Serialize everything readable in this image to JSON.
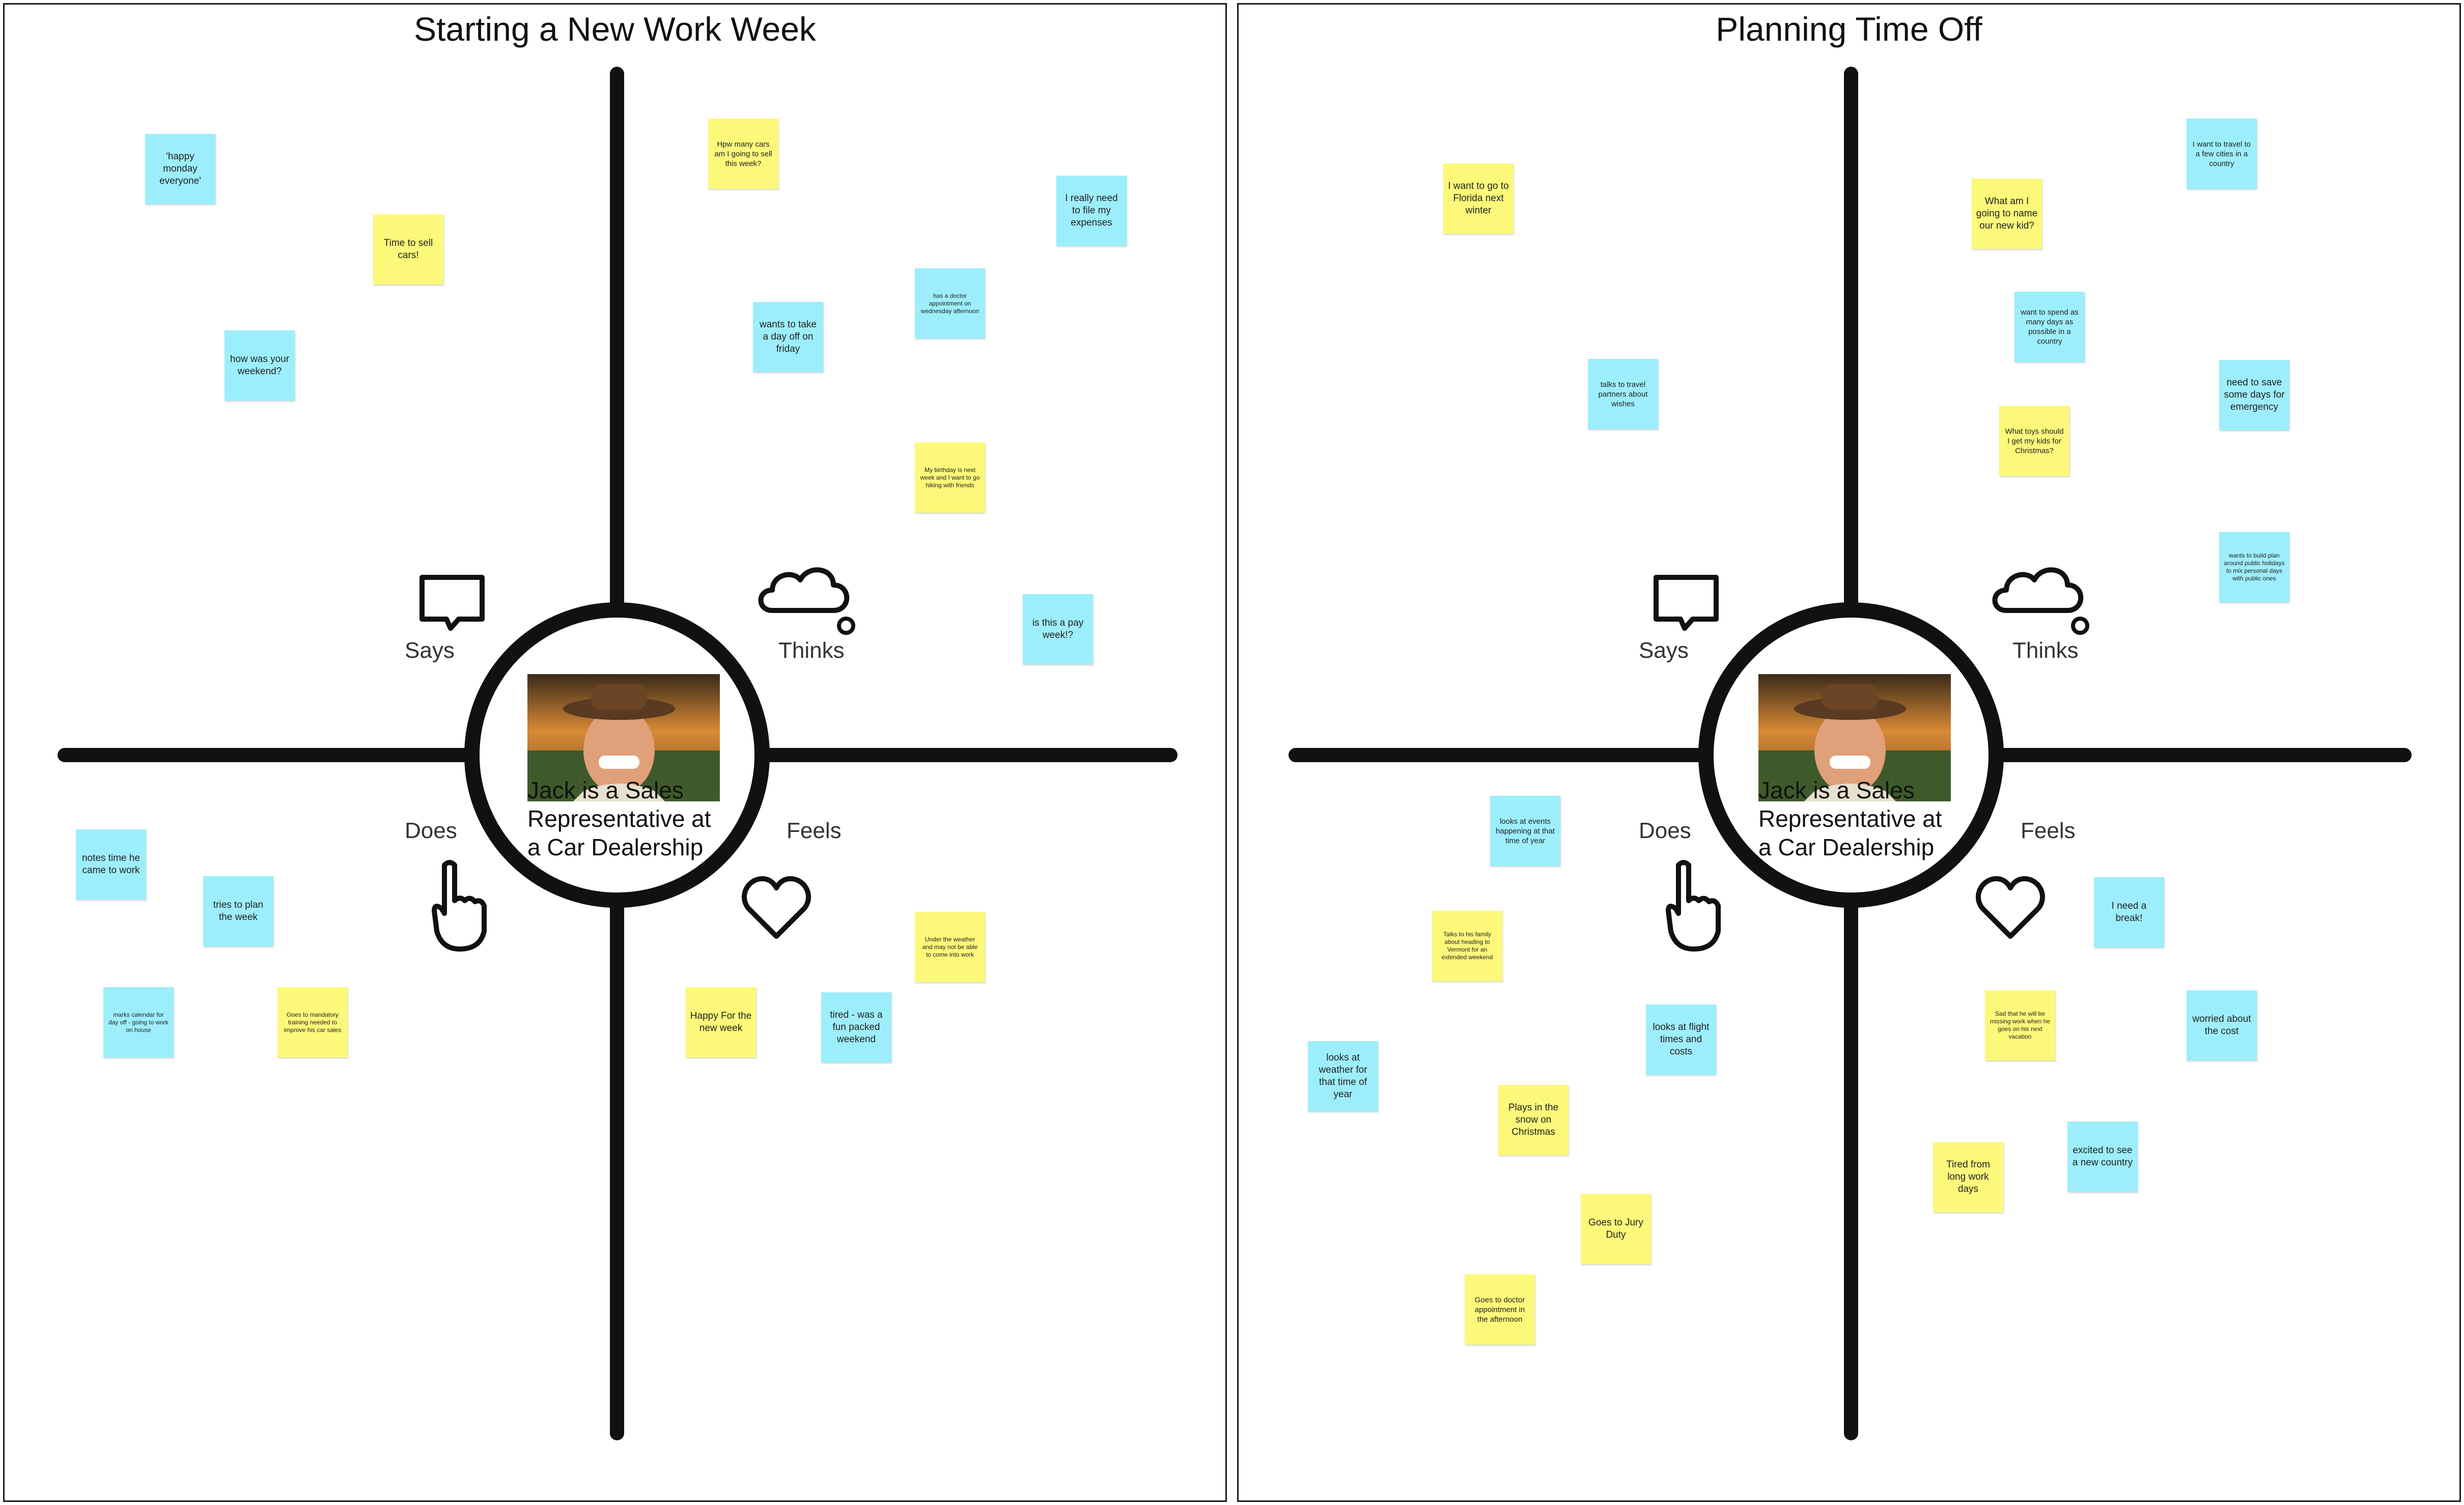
{
  "colors": {
    "sticky_blue": "#9deefc",
    "sticky_yellow": "#fcf97a",
    "lines": "#111111"
  },
  "boards": [
    {
      "title": "Starting a New Work Week",
      "center_caption": "Jack is a Sales Representative at a Car Dealership",
      "quadrants": {
        "says": "Says",
        "thinks": "Thinks",
        "does": "Does",
        "feels": "Feels"
      },
      "notes": [
        {
          "text": "'happy monday everyone'",
          "color": "blue"
        },
        {
          "text": "Time to sell cars!",
          "color": "yellow"
        },
        {
          "text": "how was your weekend?",
          "color": "blue"
        },
        {
          "text": "Hpw many cars am I going to sell this week?",
          "color": "yellow"
        },
        {
          "text": "I really need to file my expenses",
          "color": "blue"
        },
        {
          "text": "has a doctor appointment on wednesday afternoon",
          "color": "blue"
        },
        {
          "text": "wants to take a day off on friday",
          "color": "blue"
        },
        {
          "text": "My birthday is next week and I want to go hiking with friends",
          "color": "yellow"
        },
        {
          "text": "is this a pay week!?",
          "color": "blue"
        },
        {
          "text": "notes time he came to work",
          "color": "blue"
        },
        {
          "text": "tries to plan the week",
          "color": "blue"
        },
        {
          "text": "marks calendar for day off - going to work on house",
          "color": "blue"
        },
        {
          "text": "Goes to mandatory training needed to improve his car sales",
          "color": "yellow"
        },
        {
          "text": "Under the weather and may not be able to come into work",
          "color": "yellow"
        },
        {
          "text": "Happy For the new week",
          "color": "yellow"
        },
        {
          "text": "tired - was a fun packed weekend",
          "color": "blue"
        }
      ]
    },
    {
      "title": "Planning Time Off",
      "center_caption": "Jack is a Sales Representative at a Car Dealership",
      "quadrants": {
        "says": "Says",
        "thinks": "Thinks",
        "does": "Does",
        "feels": "Feels"
      },
      "notes": [
        {
          "text": "I want to go to Florida next winter",
          "color": "yellow"
        },
        {
          "text": "talks to travel partners about wishes",
          "color": "blue"
        },
        {
          "text": "What am I going to name our new kid?",
          "color": "yellow"
        },
        {
          "text": "I want to travel to a few cities in a country",
          "color": "blue"
        },
        {
          "text": "want to spend as many days as possible in a country",
          "color": "blue"
        },
        {
          "text": "need to save some days for emergency",
          "color": "blue"
        },
        {
          "text": "What toys should I get my kids for Christmas?",
          "color": "yellow"
        },
        {
          "text": "wants to build plan around public holidays to mix personal days with public ones",
          "color": "blue"
        },
        {
          "text": "looks at events happening at that time of year",
          "color": "blue"
        },
        {
          "text": "Talks to his family about heading to Vermont for an extended weekend",
          "color": "yellow"
        },
        {
          "text": "looks at flight times and costs",
          "color": "blue"
        },
        {
          "text": "looks at weather for that time of year",
          "color": "blue"
        },
        {
          "text": "Plays in the snow on Christmas",
          "color": "yellow"
        },
        {
          "text": "Goes to Jury Duty",
          "color": "yellow"
        },
        {
          "text": "Goes to doctor appointment in the afternoon",
          "color": "yellow"
        },
        {
          "text": "I need a break!",
          "color": "blue"
        },
        {
          "text": "Sad that he will be missing work when he goes on his next vacation",
          "color": "yellow"
        },
        {
          "text": "worried about the cost",
          "color": "blue"
        },
        {
          "text": "excited to see a new country",
          "color": "blue"
        },
        {
          "text": "Tired from long work days",
          "color": "yellow"
        }
      ]
    }
  ],
  "icons": [
    "speech-bubble-icon",
    "thought-cloud-icon",
    "pointing-hand-icon",
    "heart-icon"
  ]
}
